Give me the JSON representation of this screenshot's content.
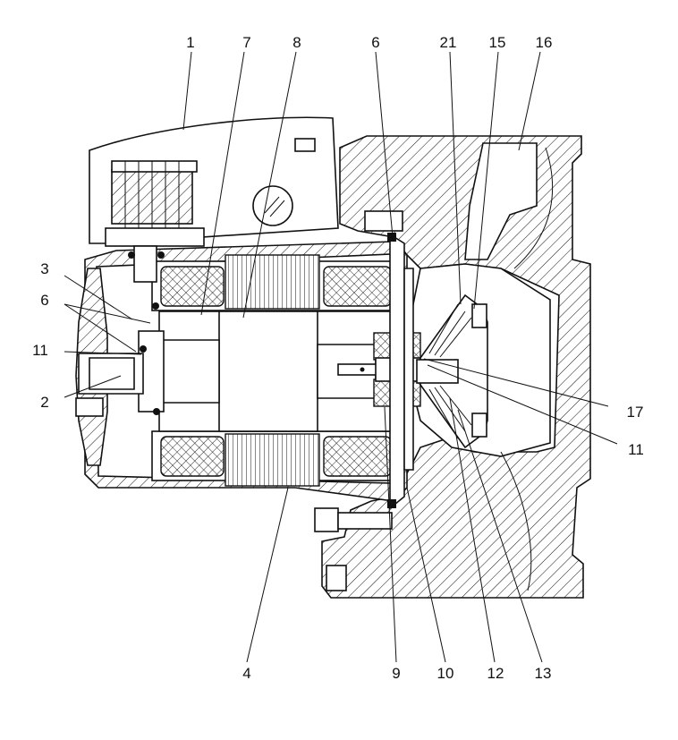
{
  "callouts": [
    {
      "id": "c1",
      "text": "1"
    },
    {
      "id": "c7",
      "text": "7"
    },
    {
      "id": "c8",
      "text": "8"
    },
    {
      "id": "c6a",
      "text": "6"
    },
    {
      "id": "c21",
      "text": "21"
    },
    {
      "id": "c15",
      "text": "15"
    },
    {
      "id": "c16",
      "text": "16"
    },
    {
      "id": "c3",
      "text": "3"
    },
    {
      "id": "c6b",
      "text": "6"
    },
    {
      "id": "c11a",
      "text": "11"
    },
    {
      "id": "c2",
      "text": "2"
    },
    {
      "id": "c17",
      "text": "17"
    },
    {
      "id": "c11b",
      "text": "11"
    },
    {
      "id": "c4",
      "text": "4"
    },
    {
      "id": "c9",
      "text": "9"
    },
    {
      "id": "c10",
      "text": "10"
    },
    {
      "id": "c12",
      "text": "12"
    },
    {
      "id": "c13",
      "text": "13"
    }
  ]
}
